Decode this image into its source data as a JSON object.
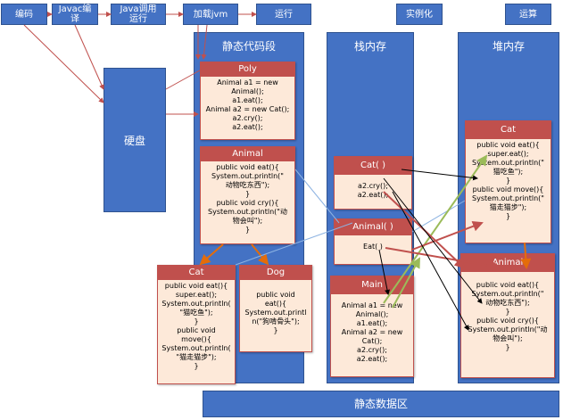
{
  "top_steps": {
    "encode": "编码",
    "javac": "Javac编\n译",
    "java_run": "Java调用\n运行",
    "load_jvm": "加载jvm",
    "run": "运行",
    "instantiate": "实例化",
    "compute": "运算"
  },
  "disk_label": "硬盘",
  "static_area": {
    "title": "静态代码段",
    "poly": {
      "title": "Poly",
      "body": "Animal a1 = new\nAnimal();\na1.eat();\nAnimal a2 = new Cat();\na2.cry();\na2.eat();"
    },
    "animal": {
      "title": "Animal",
      "body": "public void eat(){\nSystem.out.println(\"\n动物吃东西\");\n}\npublic void cry(){\nSystem.out.println(\"动\n物会叫\");\n}"
    }
  },
  "cat_static": {
    "title": "Cat",
    "body": "public void eat(){\nsuper.eat();\nSystem.out.println(\n\"猫吃鱼\");\n}\npublic void\nmove(){\nSystem.out.println(\n\"猫走猫步\");\n}"
  },
  "dog_static": {
    "title": "Dog",
    "body": "public void\neat(){\nSystem.out.printl\nn(\"狗啃骨头\");\n}"
  },
  "stack": {
    "title": "栈内存",
    "cat_frame": {
      "title": "Cat( )",
      "body": "a2.cry();\na2.eat();"
    },
    "animal_frame": {
      "title": "Animal( )",
      "body": "Eat( )"
    },
    "main_frame": {
      "title": "Main",
      "body": "Animal a1 = new\nAnimal();\na1.eat();\nAnimal a2 = new Cat();\na2.cry();\na2.eat();"
    }
  },
  "heap": {
    "title": "堆内存",
    "cat_obj": {
      "title": "Cat",
      "body": "public void eat(){\nsuper.eat();\nSystem.out.println(\"\n猫吃鱼\");\n}\npublic void move(){\nSystem.out.println(\"\n猫走猫步\");\n}"
    },
    "animal_obj": {
      "title": "Animal",
      "body": "public void eat(){\nSystem.out.println(\"\n动物吃东西\");\n}\npublic void cry(){\nSystem.out.println(\"动\n物会叫\");\n}"
    }
  },
  "bottom_label": "静态数据区",
  "colors": {
    "box_blue": "#4472c4",
    "card_red": "#c0504d",
    "card_fill": "#fde9d9",
    "arrow_orange": "#e46c0a"
  }
}
